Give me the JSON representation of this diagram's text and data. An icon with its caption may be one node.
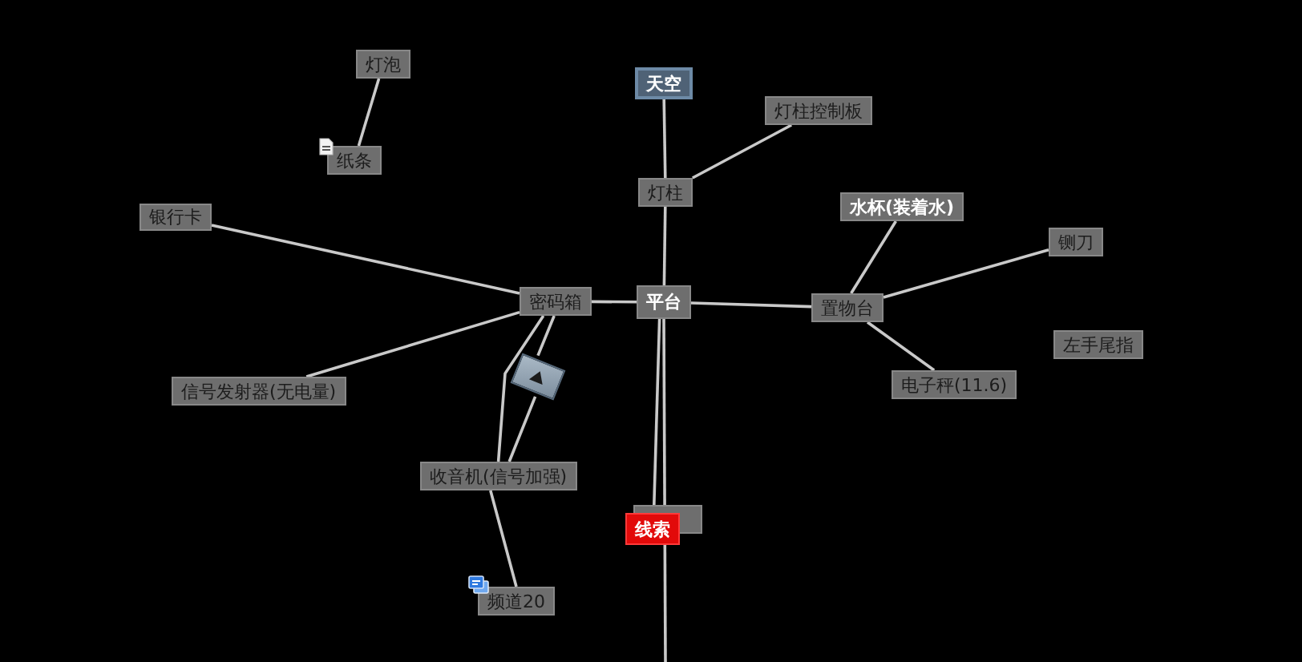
{
  "diagram": {
    "nodes": [
      {
        "text": [
          "灯泡"
        ]
      },
      {
        "text": [
          "纸条"
        ]
      },
      {
        "text": [
          "天空"
        ]
      },
      {
        "text": [
          "灯柱控制板"
        ]
      },
      {
        "text": [
          "灯柱"
        ]
      },
      {
        "text": [
          "银行卡"
        ]
      },
      {
        "text": [
          "水杯(装着水)"
        ]
      },
      {
        "text": [
          "铡刀"
        ]
      },
      {
        "text": [
          "密码箱"
        ]
      },
      {
        "text": [
          "平台"
        ]
      },
      {
        "text": [
          "置物台"
        ]
      },
      {
        "text": [
          "左手尾指"
        ]
      },
      {
        "text": [
          "信号发射器(无电量)"
        ]
      },
      {
        "text": [
          "电子秤(11.6)"
        ]
      },
      {
        "text": [],
        "shape": "picture"
      },
      {
        "text": [
          "收音机(信号加强)"
        ]
      },
      {
        "text": [],
        "shape": "box"
      },
      {
        "text": [
          "线索"
        ]
      },
      {
        "text": [
          "频道20"
        ]
      }
    ],
    "edges": [
      {
        "from": 0,
        "to": 1,
        "arrow": "none"
      },
      {
        "from": 2,
        "to": 4,
        "arrow": "none"
      },
      {
        "from": 4,
        "to": 3,
        "arrow": "none"
      },
      {
        "from": 5,
        "to": 8,
        "arrow": "none"
      },
      {
        "from": 10,
        "to": 6,
        "arrow": "none"
      },
      {
        "from": 4,
        "to": 9,
        "arrow": "none"
      },
      {
        "from": 10,
        "to": 7,
        "arrow": "none"
      },
      {
        "from": 8,
        "to": 9,
        "arrow": "none"
      },
      {
        "from": 9,
        "to": 10,
        "arrow": "none"
      },
      {
        "from": 12,
        "to": 8,
        "arrow": "none"
      },
      {
        "from": 10,
        "to": 13,
        "arrow": "none"
      },
      {
        "from": 8,
        "to": 14,
        "arrow": "none"
      },
      {
        "from": 8,
        "to": 15,
        "arrow": "none"
      },
      {
        "from": 14,
        "to": 15,
        "arrow": "none"
      },
      {
        "from": 9,
        "to": 16,
        "arrow": "none"
      },
      {
        "from": 9,
        "to": null,
        "arrow": "none"
      },
      {
        "from": 15,
        "to": 18,
        "arrow": "none"
      }
    ]
  }
}
